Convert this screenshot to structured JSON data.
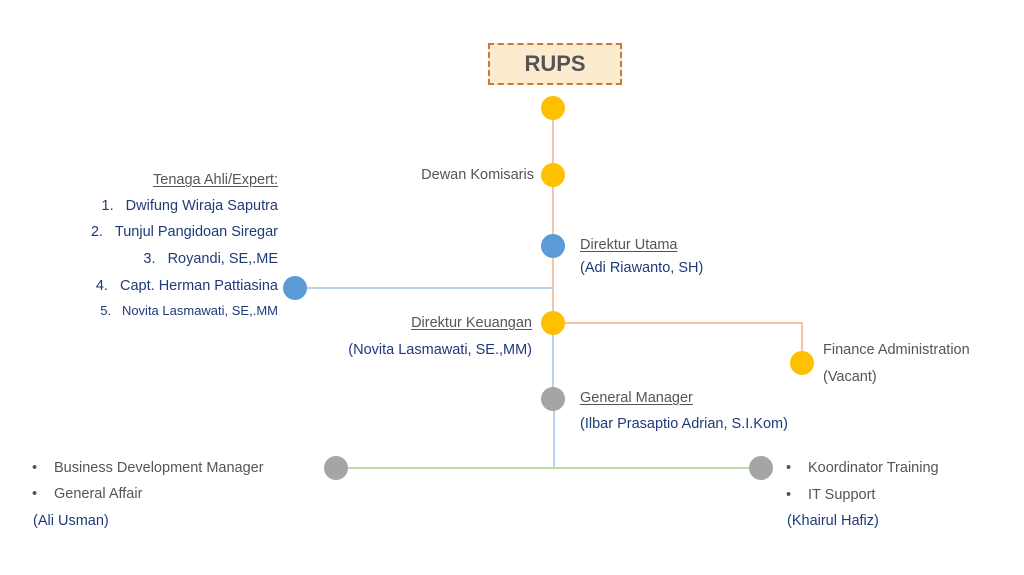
{
  "title": "RUPS",
  "colors": {
    "yellow_node": "#ffc000",
    "blue_node": "#5b9bd5",
    "grey_node": "#a5a5a5",
    "orange_line": "#f4b183",
    "blue_line": "#9dc3e6",
    "green_line": "#a9d18e",
    "box_fill": "#fdebcf",
    "box_border": "#c8783c",
    "label_grey": "#555555",
    "label_navy": "#1f3a7a"
  },
  "nodes": {
    "rups": {
      "role": "RUPS"
    },
    "dewan_komisaris": {
      "role": "Dewan Komisaris"
    },
    "direktur_utama": {
      "role": "Direktur Utama",
      "name": "(Adi Riawanto, SH)"
    },
    "direktur_keuangan": {
      "role": "Direktur Keuangan",
      "name": "(Novita Lasmawati, SE.,MM)"
    },
    "finance_administration": {
      "role": "Finance Administration",
      "name": "(Vacant)"
    },
    "general_manager": {
      "role": "General Manager",
      "name": "(Ilbar Prasaptio Adrian, S.I.Kom)"
    },
    "left_unit": {
      "roles": [
        "Business Development Manager",
        "General Affair"
      ],
      "name": "(Ali Usman)"
    },
    "right_unit": {
      "roles": [
        "Koordinator Training",
        "IT Support"
      ],
      "name": "(Khairul Hafiz)"
    }
  },
  "experts": {
    "heading": "Tenaga Ahli/Expert:",
    "items": [
      "1.   Dwifung Wiraja Saputra",
      "2.   Tunjul Pangidoan Siregar",
      "3.   Royandi, SE,.ME",
      "4.   Capt. Herman Pattiasina",
      "5.   Novita Lasmawati, SE,.MM"
    ]
  }
}
